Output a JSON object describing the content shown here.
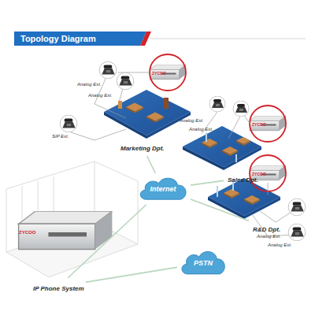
{
  "diagram": {
    "title": "Topology Diagram",
    "nodes": [
      {
        "text": [
          "Marketing Dpt."
        ]
      },
      {
        "text": [
          "Sales Dpt."
        ]
      },
      {
        "text": [
          "R&D Dpt."
        ]
      },
      {
        "text": [
          "Internet"
        ]
      },
      {
        "text": [
          "IP Phone System"
        ]
      },
      {
        "text": [
          "PSTN"
        ]
      }
    ],
    "edges": [
      {
        "from": 0,
        "to": 3,
        "arrow": "none"
      },
      {
        "from": 1,
        "to": 3,
        "arrow": "none"
      },
      {
        "from": 2,
        "to": 3,
        "arrow": "none"
      },
      {
        "from": 3,
        "to": 4,
        "arrow": "none"
      },
      {
        "from": 4,
        "to": 5,
        "arrow": "none"
      }
    ],
    "labels": [
      "SIP Ext.",
      "Analog Ext.",
      "Analog Ext.",
      "Analog Ext.",
      "Analog Ext.",
      "Analog Ext.",
      "Analog Ext.",
      "ZYCOO",
      "ZYCOO",
      "ZYCOO",
      "ZYCOO"
    ]
  }
}
